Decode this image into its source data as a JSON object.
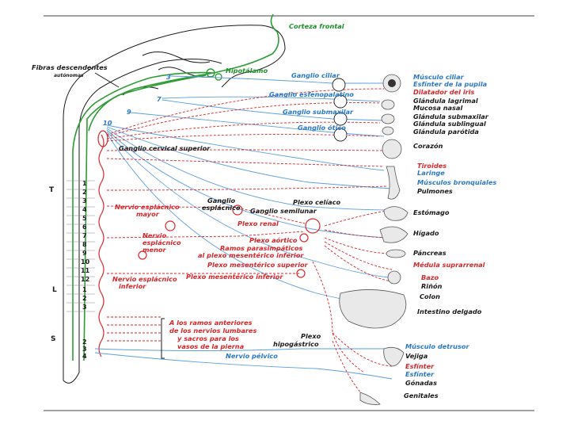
{
  "diagram": {
    "cns_labels": {
      "cortex": "Corteza frontal",
      "descending": "Fibras descendentes",
      "descending_sub": "autónomas",
      "hypothalamus": "Hipotálamo"
    },
    "cranial_nerves": [
      "3",
      "7",
      "9",
      "10"
    ],
    "region_labels": [
      "T",
      "L",
      "S"
    ],
    "thoracic_segments": [
      "1",
      "2",
      "3",
      "4",
      "5",
      "6",
      "7",
      "8",
      "9",
      "10",
      "11",
      "12"
    ],
    "lumbar_segments": [
      "1",
      "2",
      "3"
    ],
    "sacral_segments": [
      "2",
      "3",
      "4"
    ],
    "ganglia_labels": {
      "ciliary": "Ganglio ciliar",
      "pterygopalatine": "Ganglio esfenopalatino",
      "submaxillary": "Ganglio submaxilar",
      "otic": "Ganglio ótico",
      "superior_cervical": "Ganglio cervical superior",
      "splanchnic_ganglion_1": "Ganglio",
      "splanchnic_ganglion_2": "esplácnico",
      "celiac_plexus": "Plexo celíaco",
      "semilunar": "Ganglio semilunar",
      "renal_plexus": "Plexo renal",
      "greater_splanchnic_1": "Nervio esplácnico",
      "greater_splanchnic_2": "mayor",
      "lesser_splanchnic_1": "Nervio",
      "lesser_splanchnic_2": "esplácnico",
      "lesser_splanchnic_3": "menor",
      "aortic_plexus": "Plexo aórtico",
      "parasympathetic_rami_1": "Ramos parasimpáticos",
      "parasympathetic_rami_2": "al plexo mesentérico inferior",
      "superior_mesenteric": "Plexo mesentérico superior",
      "lower_splanchnic_1": "Nervio esplácnico",
      "lower_splanchnic_2": "inferior",
      "inferior_mesenteric": "Plexo mesentérico inferior",
      "lumbar_note_1": "A los ramos anteriores",
      "lumbar_note_2": "de los nervios lumbares",
      "lumbar_note_3": "y sacros para los",
      "lumbar_note_4": "vasos de la pierna",
      "hypogastric_1": "Plexo",
      "hypogastric_2": "hipogástrico",
      "pelvic_nerve": "Nervio pélvico"
    },
    "organ_labels": [
      {
        "text": "Músculo ciliar",
        "color": "#2a78c8"
      },
      {
        "text": "Esfínter de la pupila",
        "color": "#2a78c8"
      },
      {
        "text": "Dilatador del iris",
        "color": "#d8262a"
      },
      {
        "text": "Glándula lagrimal",
        "color": "#1a1a1a"
      },
      {
        "text": "Mucosa nasal",
        "color": "#1a1a1a"
      },
      {
        "text": "Glándula submaxilar",
        "color": "#1a1a1a"
      },
      {
        "text": "Glándula sublingual",
        "color": "#1a1a1a"
      },
      {
        "text": "Glándula parótida",
        "color": "#1a1a1a"
      },
      {
        "text": "Corazón",
        "color": "#1a1a1a"
      },
      {
        "text": "Tiroides",
        "color": "#d8262a"
      },
      {
        "text": "Laringe",
        "color": "#2a78c8"
      },
      {
        "text": "Músculos bronquiales",
        "color": "#2a78c8"
      },
      {
        "text": "Pulmones",
        "color": "#1a1a1a"
      },
      {
        "text": "Estómago",
        "color": "#1a1a1a"
      },
      {
        "text": "Hígado",
        "color": "#1a1a1a"
      },
      {
        "text": "Páncreas",
        "color": "#1a1a1a"
      },
      {
        "text": "Médula suprarrenal",
        "color": "#d8262a"
      },
      {
        "text": "Bazo",
        "color": "#d8262a"
      },
      {
        "text": "Riñón",
        "color": "#1a1a1a"
      },
      {
        "text": "Colon",
        "color": "#1a1a1a"
      },
      {
        "text": "Intestino delgado",
        "color": "#1a1a1a"
      },
      {
        "text": "Músculo detrusor",
        "color": "#2a78c8"
      },
      {
        "text": "Vejiga",
        "color": "#1a1a1a"
      },
      {
        "text": "Esfínter",
        "color": "#d8262a"
      },
      {
        "text": "Esfínter",
        "color": "#2a78c8"
      },
      {
        "text": "Gónadas",
        "color": "#1a1a1a"
      },
      {
        "text": "Genitales",
        "color": "#1a1a1a"
      }
    ],
    "colors": {
      "green": "#2e9c35",
      "blue": "#5aa0dc",
      "red": "#d8262a",
      "black": "#1a1a1a"
    }
  }
}
